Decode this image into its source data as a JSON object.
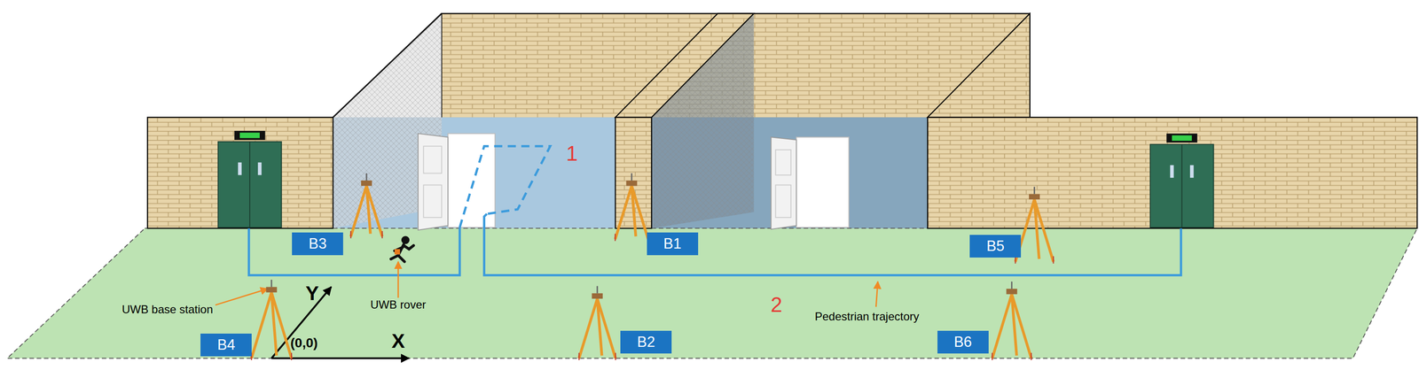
{
  "diagram": {
    "nodes": [
      {
        "text": [
          "B3"
        ]
      },
      {
        "text": [
          "B1"
        ]
      },
      {
        "text": [
          "B5"
        ]
      },
      {
        "text": [
          "B4"
        ]
      },
      {
        "text": [
          "B2"
        ]
      },
      {
        "text": [
          "B6"
        ]
      }
    ],
    "labels": [
      "1",
      "2",
      "UWB base station",
      "UWB rover",
      "Pedestrian trajectory",
      "Y",
      "(0,0)",
      "X"
    ]
  }
}
